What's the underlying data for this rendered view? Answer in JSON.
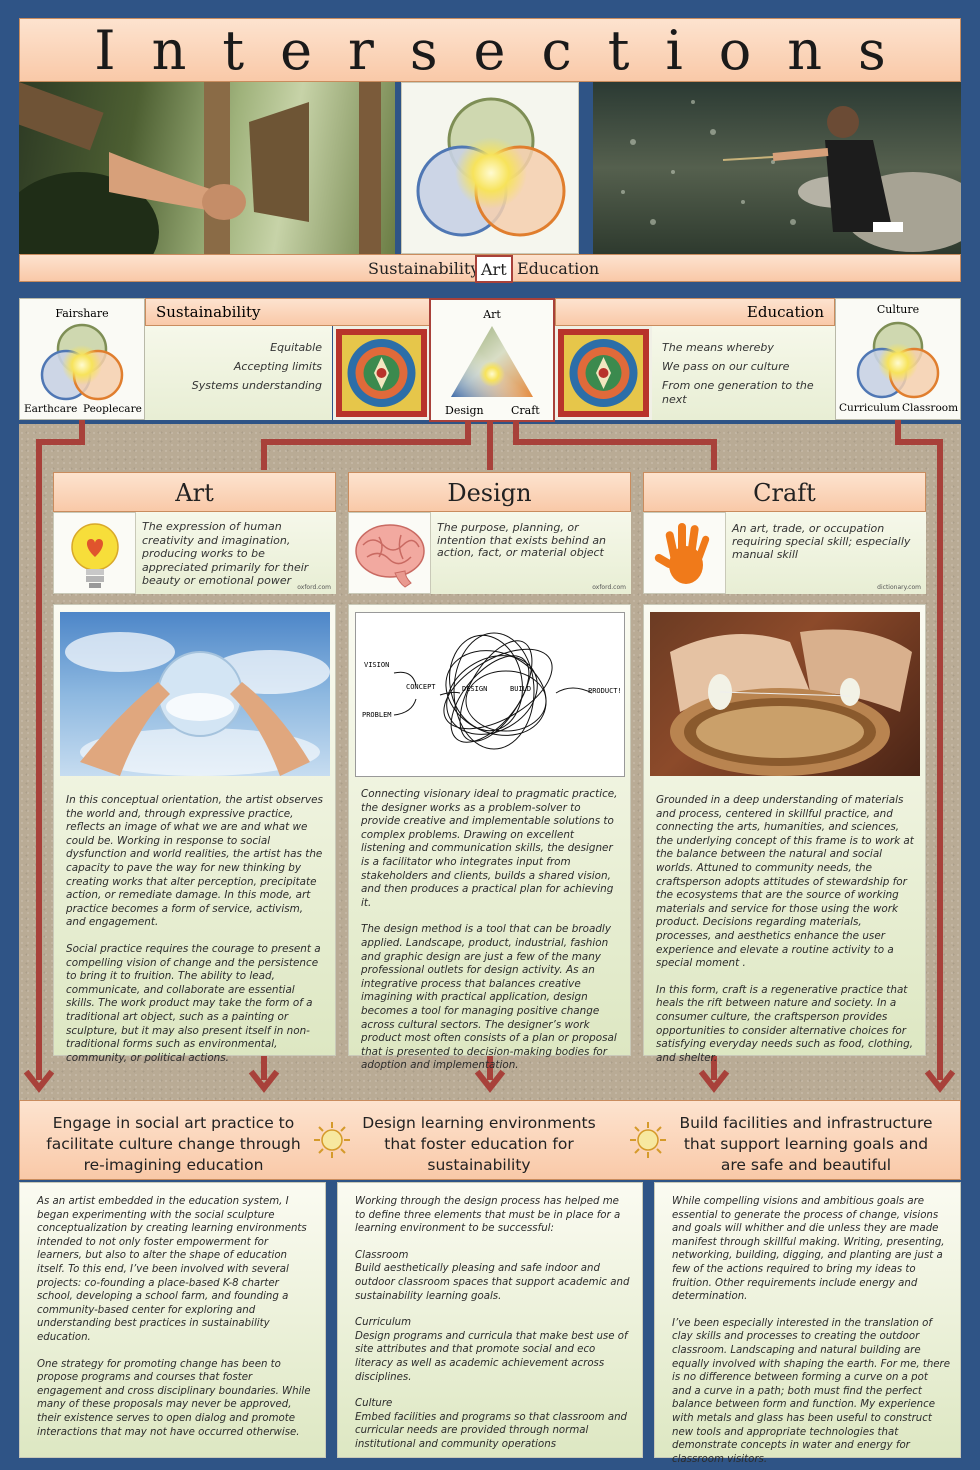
{
  "header": {
    "title": "Intersections",
    "subtitle": {
      "left": "Sustainability",
      "center": "Art",
      "right": "Education"
    }
  },
  "ribbon": {
    "left_venn": {
      "top": "Fairshare",
      "bottom_left": "Earthcare",
      "bottom_right": "Peoplecare"
    },
    "sustainability": {
      "label": "Sustainability",
      "lines": [
        "Equitable",
        "Accepting limits",
        "Systems understanding"
      ]
    },
    "triangle": {
      "top": "Art",
      "bottom_left": "Design",
      "bottom_right": "Craft"
    },
    "education": {
      "label": "Education",
      "lines": [
        "The means whereby",
        "We pass on our culture",
        "From one generation to the next"
      ]
    },
    "right_venn": {
      "top": "Culture",
      "bottom_left": "Curriculum",
      "bottom_right": "Classroom"
    }
  },
  "columns": [
    {
      "title": "Art",
      "icon": "lightbulb-heart-icon",
      "definition": "The expression of human creativity and imagination, producing works to be appreciated primarily for their beauty or emotional power",
      "source": "oxford.com",
      "body": [
        "In this conceptual orientation, the artist observes the world and, through expressive practice, reflects an image of what we are and what we could be. Working in response to social dysfunction and world realities, the artist has the capacity to pave the way for new thinking by creating works that alter perception, precipitate action, or remediate damage.  In this mode, art practice becomes a form of service, activism, and engagement.",
        "Social practice requires the courage to present a compelling vision of change and the persistence to bring it to fruition. The ability to lead, communicate, and collaborate are essential skills. The work product may take the form of a traditional art object, such as a painting or sculpture, but it may also present itself in non-traditional forms such as environmental, community, or political actions."
      ]
    },
    {
      "title": "Design",
      "icon": "brain-icon",
      "definition": "The purpose, planning, or intention that exists behind an action, fact, or material object",
      "source": "oxford.com",
      "diagram": {
        "vision": "VISION",
        "concept": "CONCEPT",
        "problem": "PROBLEM",
        "design": "DESIGN",
        "build": "BUILD",
        "product": "PRODUCT!"
      },
      "body": [
        "Connecting visionary ideal to pragmatic practice, the designer works as a problem-solver to provide creative and implementable solutions to complex problems. Drawing on excellent listening and communication skills, the designer is a facilitator who integrates input from stakeholders and clients, builds a shared vision, and then produces a practical plan for achieving it.",
        "The design method is a tool that can be broadly applied. Landscape, product, industrial, fashion and graphic design are just a few of the many professional outlets for design activity. As an integrative process that balances creative imagining with practical application, design becomes a tool for managing positive change across cultural sectors. The designer’s work product most often consists of a plan or proposal that is presented to decision-making bodies for adoption and implementation."
      ]
    },
    {
      "title": "Craft",
      "icon": "orange-handprint-icon",
      "definition": "An art, trade, or occupation requiring special skill; especially manual skill",
      "source": "dictionary.com",
      "body": [
        "Grounded in a deep understanding of materials and process, centered in skillful practice, and connecting the arts, humanities, and sciences, the underlying concept of this frame is to work at the balance between the natural and social worlds.  Attuned to community needs, the craftsperson adopts attitudes of stewardship for the ecosystems that are the source of working materials and service for those using the work product. Decisions regarding materials, processes, and aesthetics enhance the user experience and elevate a routine activity to a special moment .",
        "In this form, craft is a regenerative practice that heals the rift between nature and society. In a consumer culture, the craftsperson provides opportunities to consider alternative choices for satisfying everyday needs such as food, clothing, and shelter."
      ]
    }
  ],
  "goals": [
    "Engage in social art practice to facilitate culture change through re-imagining education",
    "Design learning environments that foster education for sustainability",
    "Build facilities and infrastructure that support learning goals and are safe and beautiful"
  ],
  "bottom": [
    [
      "As an artist embedded in the education system, I began experimenting with the social sculpture conceptualization by creating learning environments intended to not only foster empowerment for learners, but also to alter the shape of education itself. To this end, I’ve been involved with several projects: co-founding a place-based K-8 charter school, developing a school farm, and founding a community-based center for exploring and understanding best practices in sustainability education.",
      "One strategy for promoting change has been to propose programs and courses that foster engagement and cross disciplinary boundaries.  While many of these proposals may never be approved, their existence serves to open dialog and promote interactions that may not have occurred otherwise."
    ],
    [
      "Working through the design process has helped me to define three elements that must be in place for a learning environment to be successful:",
      {
        "head": "Classroom",
        "text": "Build aesthetically pleasing and safe indoor and outdoor classroom spaces that support academic and sustainability learning goals."
      },
      {
        "head": "Curriculum",
        "text": "Design programs and curricula that make best use of site attributes and that promote social and eco literacy as well as academic achievement across disciplines."
      },
      {
        "head": "Culture",
        "text": "Embed facilities and programs so that classroom and curricular needs are provided through normal institutional and community operations"
      }
    ],
    [
      "While  compelling visions and ambitious goals are essential to generate the process of change, visions and goals will whither and die unless they are made manifest through skillful making. Writing, presenting, networking, building, digging, and planting are just a few of the actions required to bring my ideas to fruition. Other requirements include energy and determination.",
      "I’ve been especially interested in the translation of clay skills and processes to creating the outdoor classroom. Landscaping and natural building are equally involved with shaping the earth. For me, there is no difference between forming a curve on a pot and a curve in a path; both must find the perfect balance between form and function.   My experience with metals and glass has been useful to construct new tools and appropriate technologies that demonstrate concepts in water and energy for classroom visitors."
    ]
  ],
  "colors": {
    "background": "#2f5486",
    "accent_red": "#a8413a",
    "peach": "#f9c9a8",
    "cream": "#f2f4e2"
  }
}
